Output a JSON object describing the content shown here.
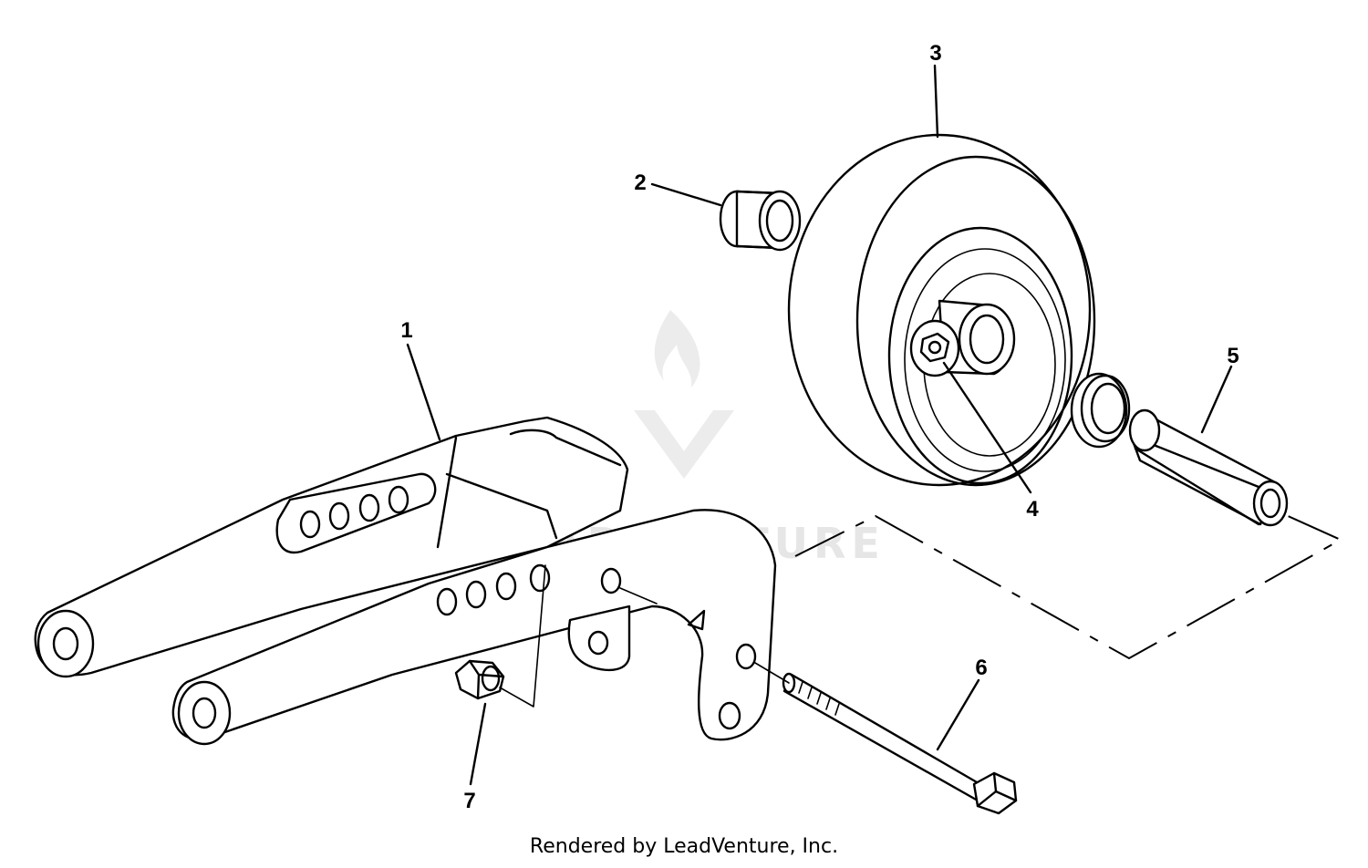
{
  "diagram": {
    "callouts": [
      {
        "id": "1",
        "label": "1"
      },
      {
        "id": "2",
        "label": "2"
      },
      {
        "id": "3",
        "label": "3"
      },
      {
        "id": "4",
        "label": "4"
      },
      {
        "id": "5",
        "label": "5"
      },
      {
        "id": "6",
        "label": "6"
      },
      {
        "id": "7",
        "label": "7"
      }
    ],
    "watermark": "LEADVENTURE"
  },
  "footer": {
    "credit": "Rendered by LeadVenture, Inc."
  }
}
